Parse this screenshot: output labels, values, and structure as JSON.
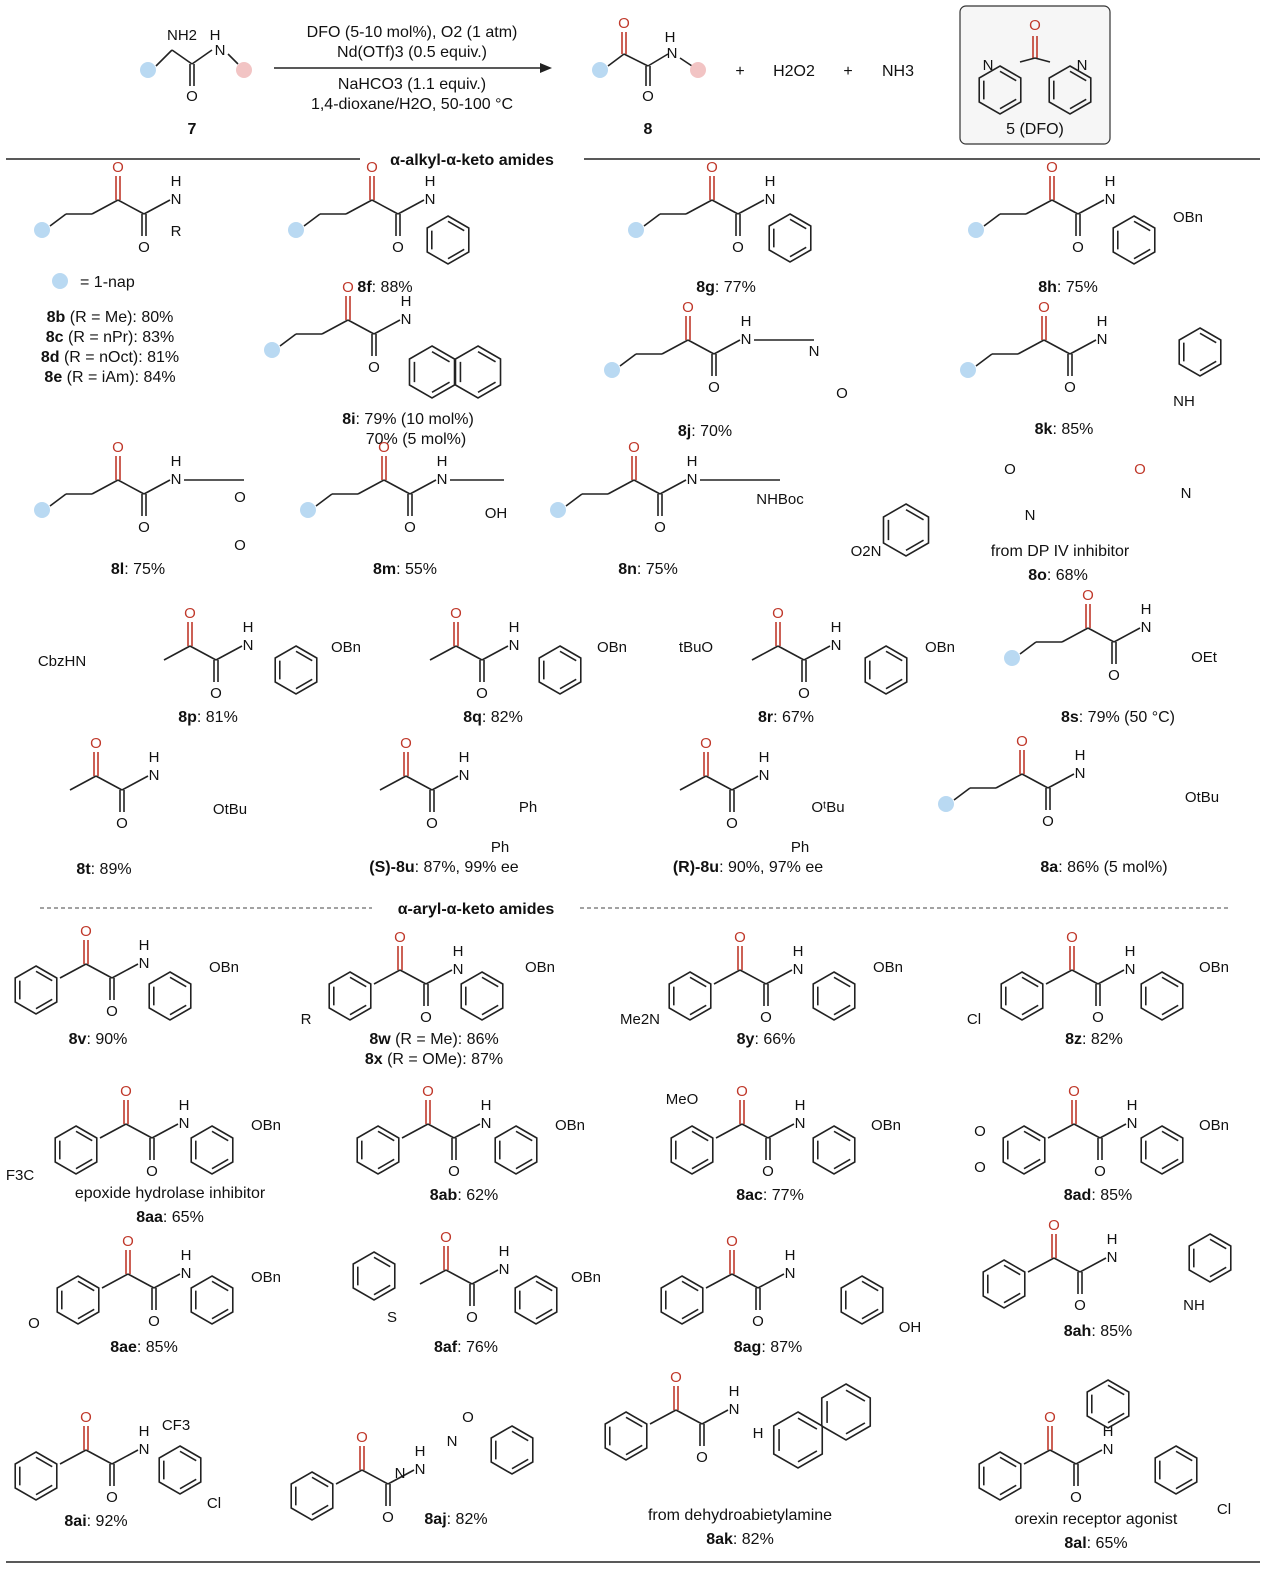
{
  "reaction": {
    "reactant_label": "7",
    "reactant_atoms": {
      "amine": "NH2",
      "amide": "N",
      "amide_h": "H",
      "oxygen": "O"
    },
    "product_label": "8",
    "byproducts": [
      "H2O2",
      "NH3"
    ],
    "plus": "+",
    "conditions": [
      "DFO (5-10 mol%), O2 (1 atm)",
      "Nd(OTf)3 (0.5 equiv.)",
      "NaHCO3 (1.1 equiv.)",
      "1,4-dioxane/H2O, 50-100 °C"
    ],
    "catalyst_label": "5 (DFO)",
    "catalyst_atoms": {
      "oxygen": "O",
      "nitrogen": "N"
    }
  },
  "sections": {
    "alkyl_title": "α-alkyl-α-keto amides",
    "aryl_title": "α-aryl-α-keto amides"
  },
  "legend": "= 1-nap",
  "alkyl": [
    {
      "id": "8b-8e",
      "substituent": "R",
      "caption": [
        "8b (R = Me): 80%",
        "8c (R = nPr): 83%",
        "8d (R = nOct): 81%",
        "8e (R = iAm): 84%"
      ]
    },
    {
      "id": "8f",
      "caption": [
        "8f: 88%"
      ]
    },
    {
      "id": "8g",
      "caption": [
        "8g: 77%"
      ]
    },
    {
      "id": "8h",
      "substituent": "OBn",
      "caption": [
        "8h: 75%"
      ]
    },
    {
      "id": "8i",
      "caption": [
        "8i: 79% (10 mol%)",
        "70% (5 mol%)"
      ]
    },
    {
      "id": "8j",
      "caption": [
        "8j: 70%"
      ]
    },
    {
      "id": "8k",
      "substituent": "NH",
      "caption": [
        "8k: 85%"
      ]
    },
    {
      "id": "8l",
      "caption": [
        "8l: 75%"
      ]
    },
    {
      "id": "8m",
      "substituent": "OH",
      "caption": [
        "8m: 55%"
      ]
    },
    {
      "id": "8n",
      "substituent": "NHBoc",
      "caption": [
        "8n: 75%"
      ]
    },
    {
      "id": "8o",
      "substituent": "O2N",
      "note": "from DP IV inhibitor",
      "caption": [
        "8o: 68%"
      ]
    },
    {
      "id": "8p",
      "substituent": "CbzHN",
      "caption": [
        "8p: 81%"
      ]
    },
    {
      "id": "8q",
      "caption": [
        "8q: 82%"
      ]
    },
    {
      "id": "8r",
      "substituent": "tBuO",
      "caption": [
        "8r: 67%"
      ]
    },
    {
      "id": "8s",
      "substituent": "OEt",
      "caption": [
        "8s: 79% (50 °C)"
      ]
    },
    {
      "id": "8t",
      "substituent": "OtBu",
      "caption": [
        "8t: 89%"
      ]
    },
    {
      "id": "(S)-8u",
      "substituent": "Ph",
      "caption": [
        "(S)-8u: 87%, 99% ee"
      ]
    },
    {
      "id": "(R)-8u",
      "substituent": "Ph",
      "caption": [
        "(R)-8u: 90%, 97% ee"
      ]
    },
    {
      "id": "8a",
      "substituent": "OtBu",
      "caption": [
        "8a: 86% (5 mol%)"
      ]
    }
  ],
  "aryl": [
    {
      "id": "8v",
      "caption": [
        "8v: 90%"
      ]
    },
    {
      "id": "8w-8x",
      "substituent": "R",
      "caption": [
        "8w (R = Me): 86%",
        "8x (R = OMe): 87%"
      ]
    },
    {
      "id": "8y",
      "substituent": "Me2N",
      "caption": [
        "8y: 66%"
      ]
    },
    {
      "id": "8z",
      "substituent": "Cl",
      "caption": [
        "8z: 82%"
      ]
    },
    {
      "id": "8aa",
      "substituent": "F3C",
      "note": "epoxide hydrolase inhibitor",
      "caption": [
        "8aa: 65%"
      ]
    },
    {
      "id": "8ab",
      "caption": [
        "8ab: 62%"
      ]
    },
    {
      "id": "8ac",
      "substituent": "MeO",
      "caption": [
        "8ac: 77%"
      ]
    },
    {
      "id": "8ad",
      "caption": [
        "8ad: 85%"
      ]
    },
    {
      "id": "8ae",
      "caption": [
        "8ae: 85%"
      ]
    },
    {
      "id": "8af",
      "substituent": "S",
      "caption": [
        "8af: 76%"
      ]
    },
    {
      "id": "8ag",
      "substituent": "OH",
      "caption": [
        "8ag: 87%"
      ]
    },
    {
      "id": "8ah",
      "substituent": "NH",
      "caption": [
        "8ah: 85%"
      ]
    },
    {
      "id": "8ai",
      "substituent": "CF3",
      "caption": [
        "8ai: 92%"
      ]
    },
    {
      "id": "8aj",
      "caption": [
        "8aj: 82%"
      ]
    },
    {
      "id": "8ak",
      "note": "from dehydroabietylamine",
      "caption": [
        "8ak: 82%"
      ]
    },
    {
      "id": "8al",
      "note": "orexin receptor agonist",
      "caption": [
        "8al: 65%"
      ]
    }
  ]
}
